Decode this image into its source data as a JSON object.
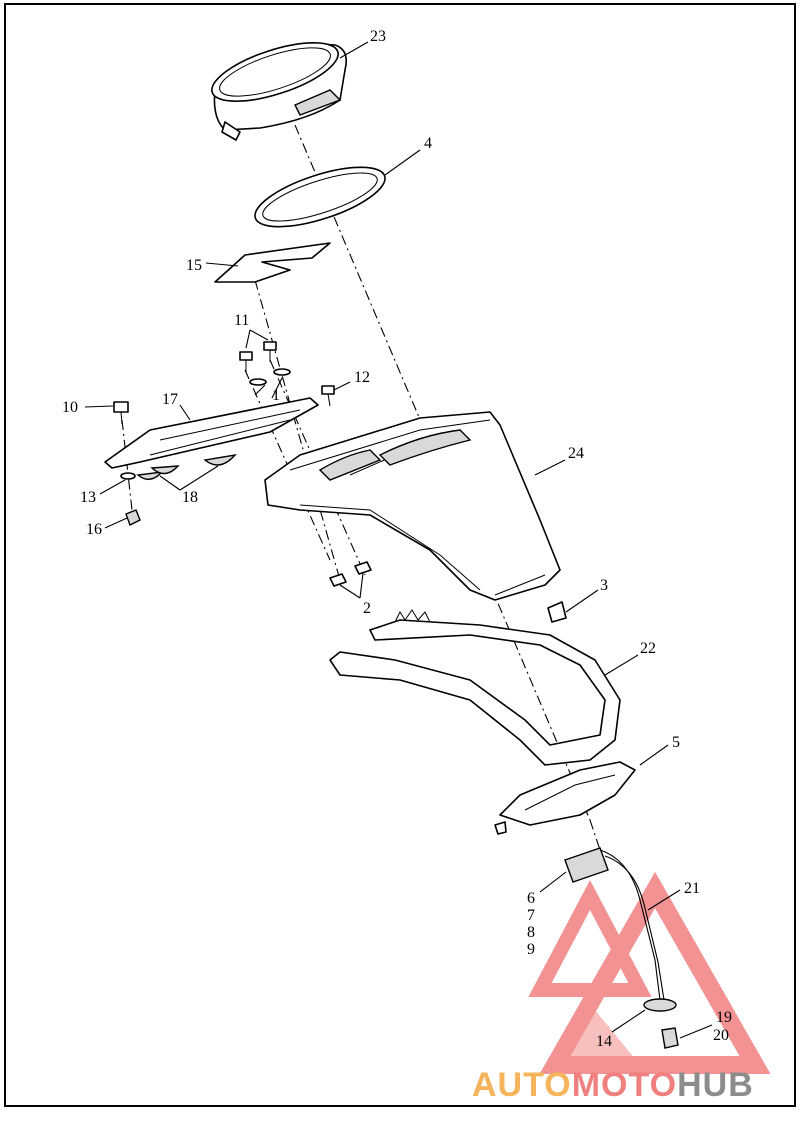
{
  "callouts": {
    "c1": "1",
    "c2": "2",
    "c3": "3",
    "c4": "4",
    "c5": "5",
    "c6": "6",
    "c7": "7",
    "c8": "8",
    "c9": "9",
    "c10": "10",
    "c11": "11",
    "c12": "12",
    "c13": "13",
    "c14": "14",
    "c15": "15",
    "c16": "16",
    "c17": "17",
    "c18": "18",
    "c19": "19",
    "c20": "20",
    "c21": "21",
    "c22": "22",
    "c23": "23",
    "c24": "24"
  },
  "watermark": {
    "part1": "AUTO",
    "part2": "MOTO",
    "part3": "HUB",
    "colors": {
      "auto": "#f5b35a",
      "moto": "#f08080",
      "hub": "#8c8c8c",
      "triangle": "#f08080"
    }
  }
}
